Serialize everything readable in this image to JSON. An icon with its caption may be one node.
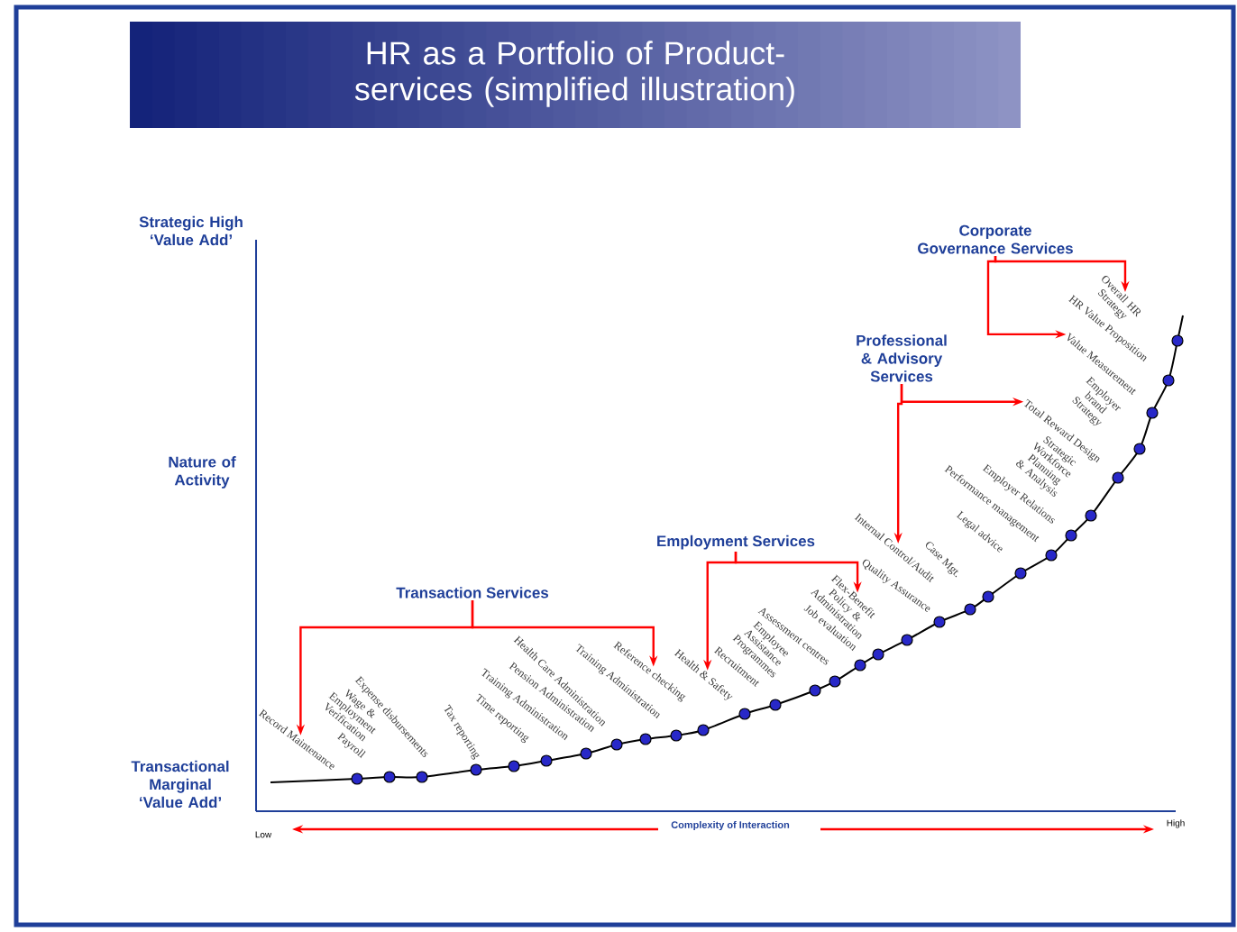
{
  "diagram": {
    "title": "HR as a Portfolio of Product-services (simplified illustration)",
    "nodes": [
      {
        "text": [
          "Transaction Services"
        ]
      },
      {
        "text": [
          "Employment Services"
        ]
      },
      {
        "text": [
          "Professional & Advisory Services"
        ]
      },
      {
        "text": [
          "Corporate Governance Services"
        ]
      },
      {
        "text": [
          "Record Maintenance"
        ]
      },
      {
        "text": [
          "Wage & Employment Verification"
        ]
      },
      {
        "text": [
          "Payroll"
        ]
      },
      {
        "text": [
          "Expense disbursements"
        ]
      },
      {
        "text": [
          "Tax reporting"
        ]
      },
      {
        "text": [
          "Time reporting"
        ]
      },
      {
        "text": [
          "Training Administration"
        ]
      },
      {
        "text": [
          "Pension Administration"
        ]
      },
      {
        "text": [
          "Health Care Administration"
        ]
      },
      {
        "text": [
          "Training Administration"
        ]
      },
      {
        "text": [
          "Reference checking"
        ]
      },
      {
        "text": [
          "Health & Safety"
        ]
      },
      {
        "text": [
          "Recruitment"
        ]
      },
      {
        "text": [
          "Employee Assistance Programmes"
        ]
      },
      {
        "text": [
          "Assessment centres"
        ]
      },
      {
        "text": [
          "Job evaluation"
        ]
      },
      {
        "text": [
          "Flex-Benefit Policy & Administration"
        ]
      },
      {
        "text": [
          "Quality Assurance"
        ]
      },
      {
        "text": [
          "Internal Control/Audit"
        ]
      },
      {
        "text": [
          "Case Mgt."
        ]
      },
      {
        "text": [
          "Legal advice"
        ]
      },
      {
        "text": [
          "Performance management"
        ]
      },
      {
        "text": [
          "Employer Relations"
        ]
      },
      {
        "text": [
          "Strategic Workforce Planning & Analysis"
        ]
      },
      {
        "text": [
          "Total Reward Design"
        ]
      },
      {
        "text": [
          "Employer brand Strategy"
        ]
      },
      {
        "text": [
          "Value Measurement"
        ]
      },
      {
        "text": [
          "HR Value Proposition"
        ]
      },
      {
        "text": [
          "Overall HR Strategy"
        ]
      }
    ],
    "edges": [
      {
        "from": 0,
        "to": 4,
        "arrow": "to"
      },
      {
        "from": 0,
        "to": 14,
        "arrow": "to"
      },
      {
        "from": 1,
        "to": 15,
        "arrow": "to"
      },
      {
        "from": 1,
        "to": 20,
        "arrow": "to"
      },
      {
        "from": 2,
        "to": 22,
        "arrow": "to"
      },
      {
        "from": 2,
        "to": 28,
        "arrow": "to"
      },
      {
        "from": 3,
        "to": 30,
        "arrow": "to"
      },
      {
        "from": 3,
        "to": 32,
        "arrow": "to"
      }
    ],
    "labels": [
      "Strategic High ‘Value Add’",
      "Nature of Activity",
      "Transactional Marginal ‘Value Add’",
      "Low",
      "Complexity of Interaction",
      "High"
    ]
  }
}
